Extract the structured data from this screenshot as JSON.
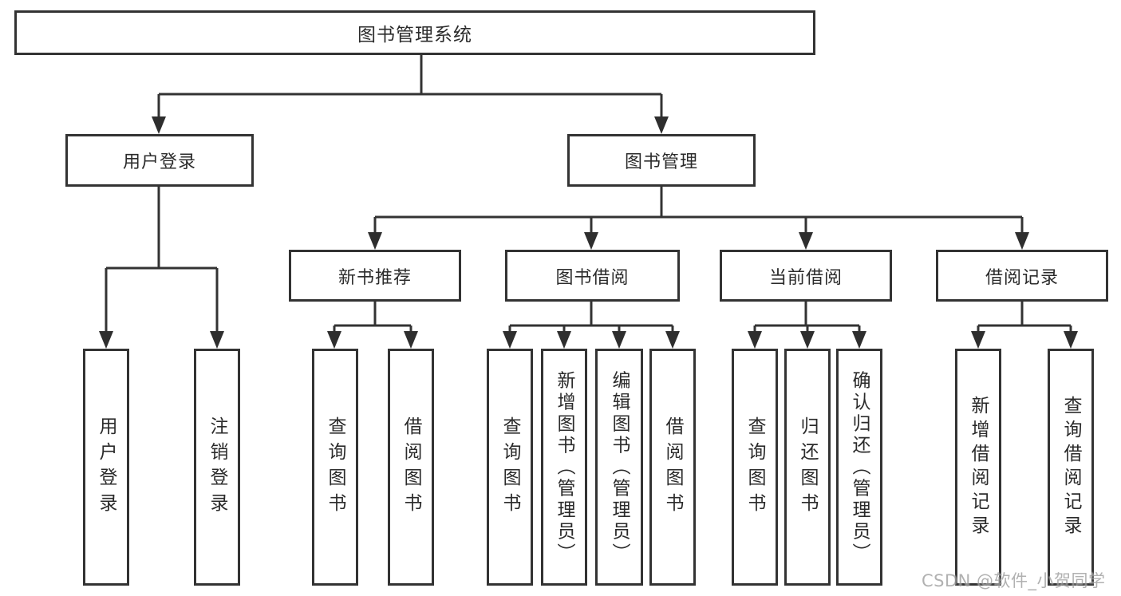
{
  "tree": {
    "root": {
      "label": "图书管理系统",
      "children": [
        {
          "label": "用户登录",
          "children": [
            {
              "label": "用户登录"
            },
            {
              "label": "注销登录"
            }
          ]
        },
        {
          "label": "图书管理",
          "children": [
            {
              "label": "新书推荐",
              "children": [
                {
                  "label": "查询图书"
                },
                {
                  "label": "借阅图书"
                }
              ]
            },
            {
              "label": "图书借阅",
              "children": [
                {
                  "label": "查询图书"
                },
                {
                  "label": "新增图书（管理员）"
                },
                {
                  "label": "编辑图书（管理员）"
                },
                {
                  "label": "借阅图书"
                }
              ]
            },
            {
              "label": "当前借阅",
              "children": [
                {
                  "label": "查询图书"
                },
                {
                  "label": "归还图书"
                },
                {
                  "label": "确认归还（管理员）"
                }
              ]
            },
            {
              "label": "借阅记录",
              "children": [
                {
                  "label": "新增借阅记录"
                },
                {
                  "label": "查询借阅记录"
                }
              ]
            }
          ]
        }
      ]
    }
  },
  "watermark": {
    "text": "CSDN @软件_小贺同学"
  },
  "colors": {
    "line": "#333333",
    "box_border": "#333333",
    "box_fill": "#ffffff",
    "text": "#2b2b2b",
    "watermark": "#9e9e9e"
  }
}
